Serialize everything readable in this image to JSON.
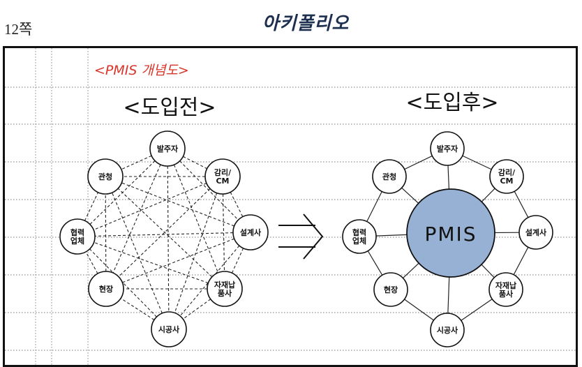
{
  "header": {
    "page_number": "12쪽",
    "brand": "아키폴리오"
  },
  "diagram": {
    "title": "<PMIS 개념도>",
    "before": {
      "title": "<도입전>",
      "nodes": [
        {
          "label": "발주자"
        },
        {
          "label": "감리/CM"
        },
        {
          "label": "설계사"
        },
        {
          "label": "자재납품사"
        },
        {
          "label": "시공사"
        },
        {
          "label": "현장"
        },
        {
          "label": "협력업체"
        },
        {
          "label": "관청"
        }
      ]
    },
    "after": {
      "title": "<도입후>",
      "hub": "PMIS",
      "nodes": [
        {
          "label": "발주자"
        },
        {
          "label": "감리/CM"
        },
        {
          "label": "설계사"
        },
        {
          "label": "자재납품사"
        },
        {
          "label": "시공사"
        },
        {
          "label": "현장"
        },
        {
          "label": "협력업체"
        },
        {
          "label": "관청"
        }
      ]
    }
  }
}
